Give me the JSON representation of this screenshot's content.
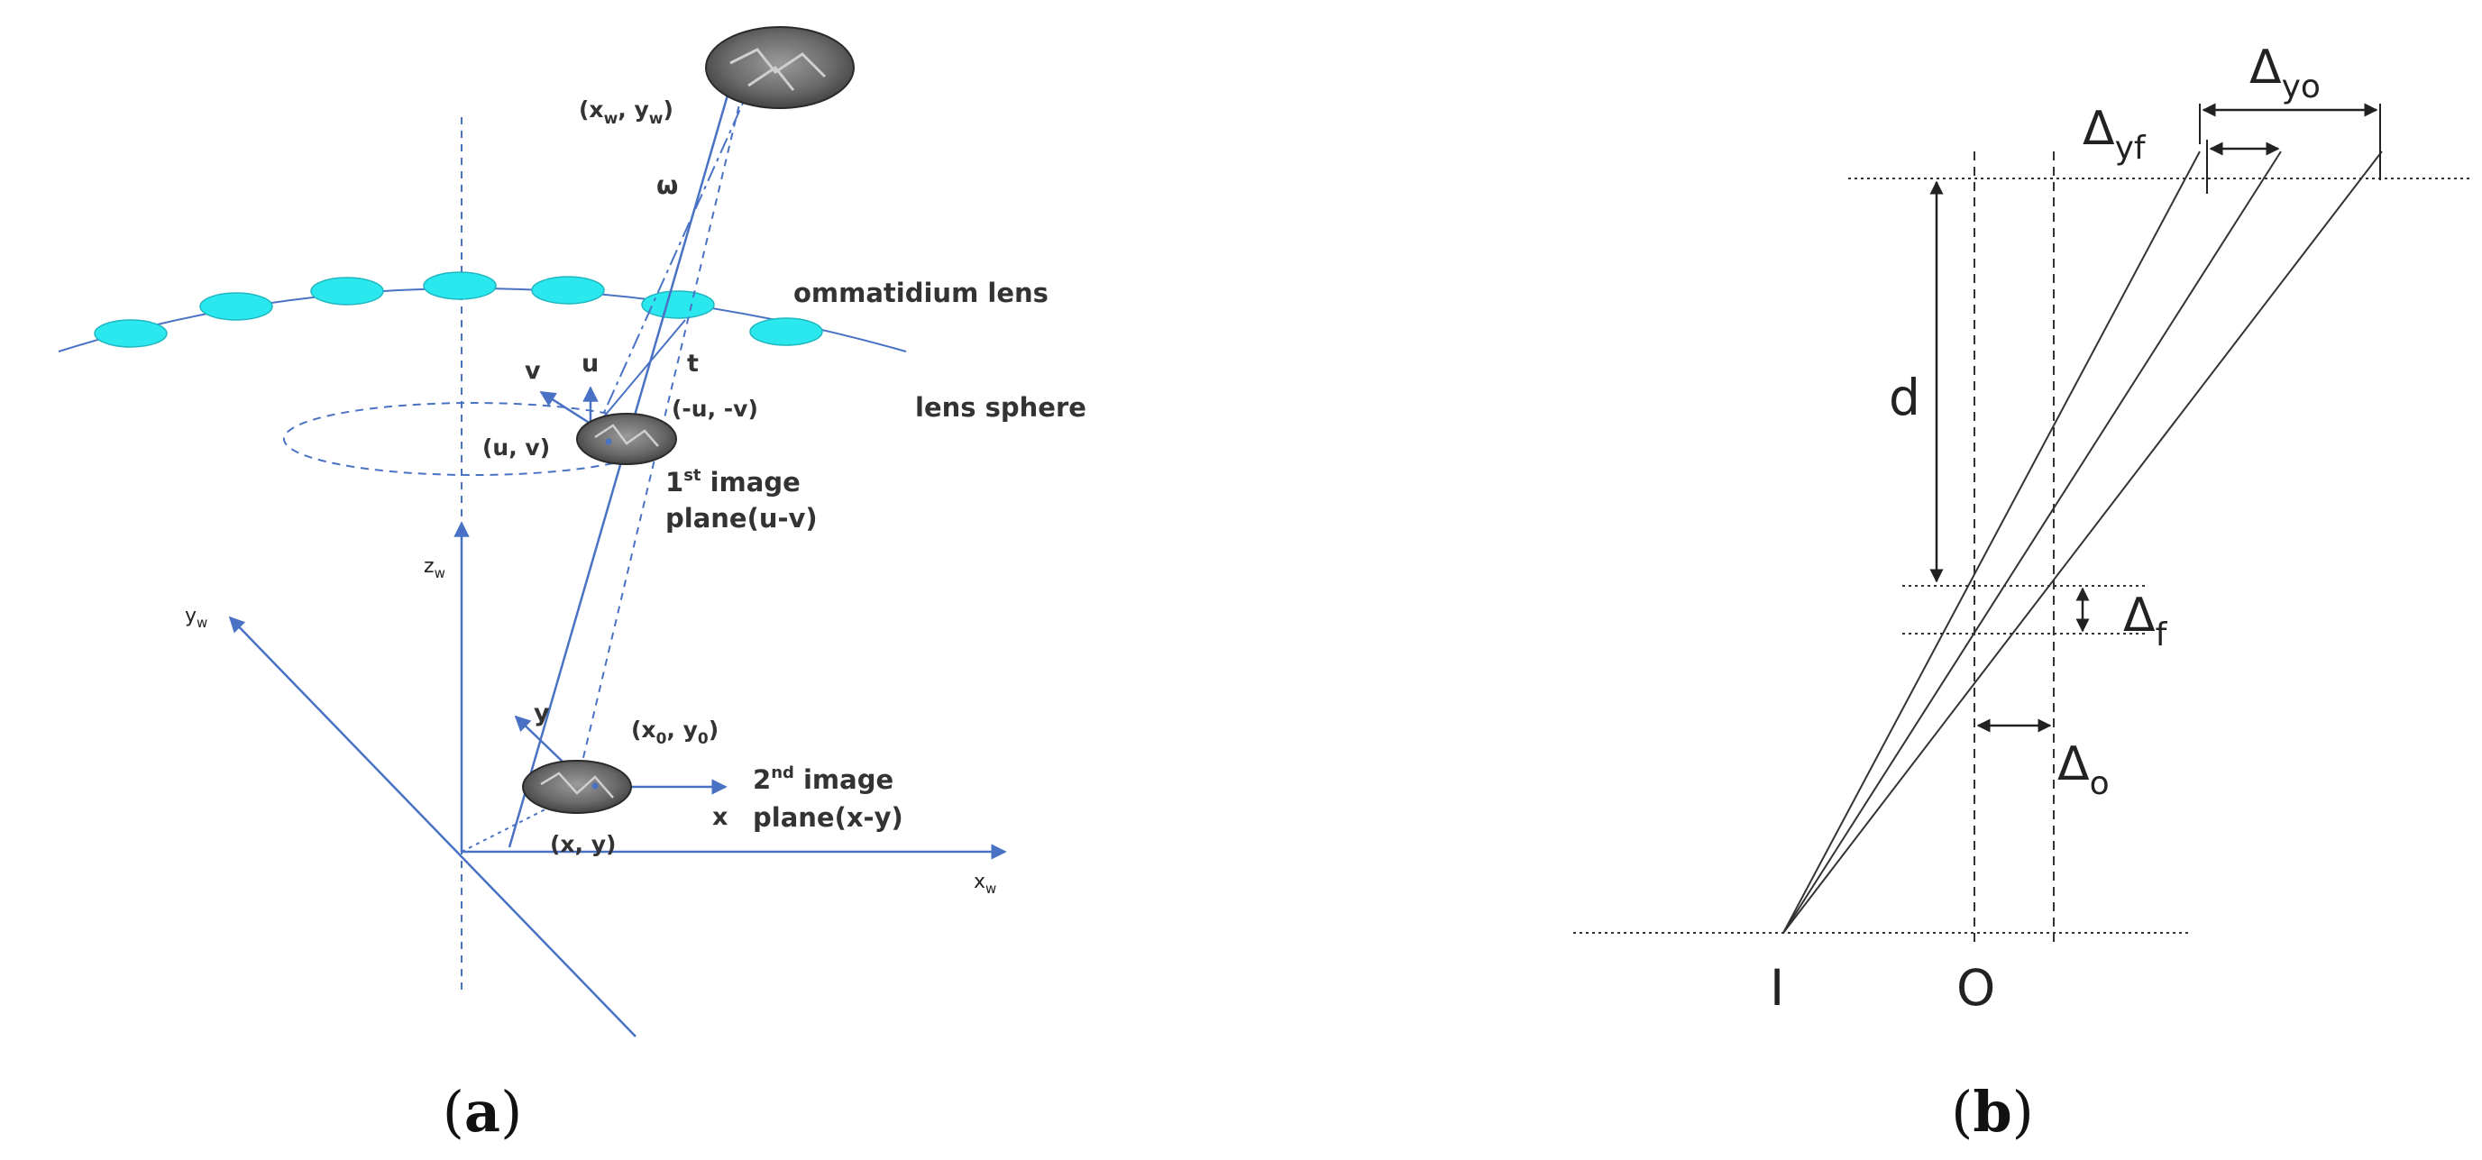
{
  "colors": {
    "axis_blue": "#4A72C4",
    "lens_cyan": "#2BE8EE",
    "disk_gray": "#6E6E6E",
    "line_black": "#333333"
  },
  "panel_a": {
    "caption_open": "(",
    "caption_letter": "a",
    "caption_close": ")",
    "axis_labels": {
      "xw_base": "x",
      "xw_sub": "w",
      "yw_base": "y",
      "yw_sub": "w",
      "zw_base": "z",
      "zw_sub": "w"
    },
    "labels": {
      "world_point_open": "(x",
      "world_point_sub1": "w",
      "world_point_mid": ", y",
      "world_point_sub2": "w",
      "world_point_close": ")",
      "omega": "ω",
      "ommatidium_lens": "ommatidium lens",
      "lens_sphere": "lens sphere",
      "v": "v",
      "u": "u",
      "t": "t",
      "neg_uv": "(-u, -v)",
      "uv": "(u, v)",
      "first_plane_num": "1",
      "first_plane_sup": "st",
      "first_plane_word": " image",
      "first_plane_line2": "plane(u-v)",
      "y": "y",
      "x": "x",
      "x0y0_open": "(x",
      "x0y0_sub1": "0",
      "x0y0_mid": ", y",
      "x0y0_sub2": "0",
      "x0y0_close": ")",
      "xy": "(x, y)",
      "second_plane_num": "2",
      "second_plane_sup": "nd",
      "second_plane_word": " image",
      "second_plane_line2": "plane(x-y)"
    }
  },
  "panel_b": {
    "caption_open": "(",
    "caption_letter": "b",
    "caption_close": ")",
    "labels": {
      "delta_yo_base": "Δ",
      "delta_yo_sub": "yo",
      "delta_yf_base": "Δ",
      "delta_yf_sub": "yf",
      "d": "d",
      "delta_f_base": "Δ",
      "delta_f_sub": "f",
      "delta_o_base": "Δ",
      "delta_o_sub": "o",
      "I": "I",
      "O": "O"
    }
  }
}
